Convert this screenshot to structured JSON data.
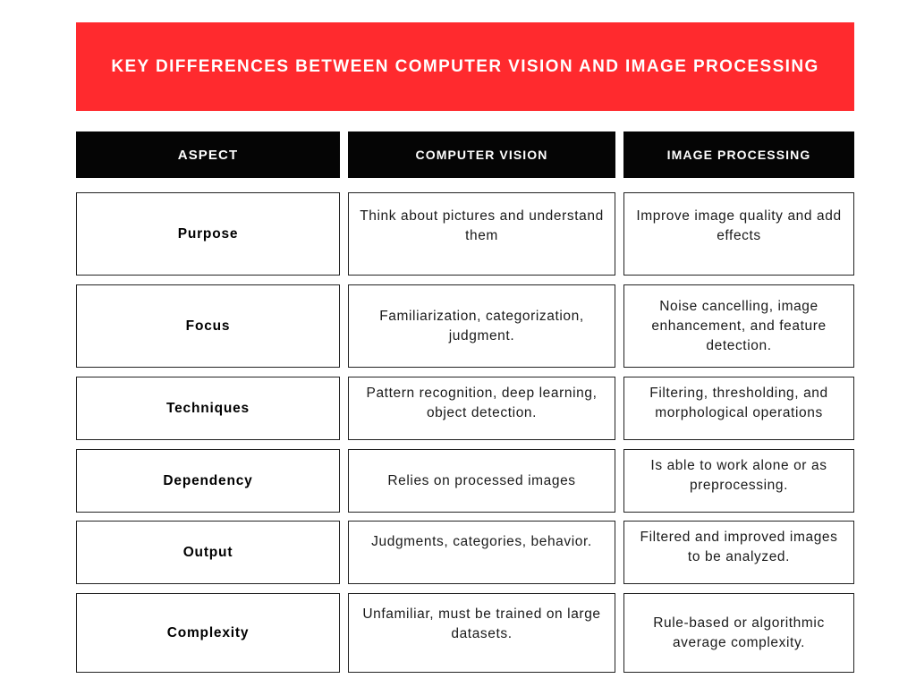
{
  "title": "KEY DIFFERENCES BETWEEN COMPUTER VISION AND IMAGE PROCESSING",
  "headers": [
    "ASPECT",
    "COMPUTER VISION",
    "IMAGE PROCESSING"
  ],
  "rows": [
    [
      "Purpose",
      "Think about pictures and understand them",
      "Improve image quality and add effects"
    ],
    [
      "Focus",
      "Familiarization, categorization, judgment.",
      "Noise cancelling, image enhancement, and feature detection."
    ],
    [
      "Techniques",
      "Pattern recognition, deep learning, object detection.",
      "Filtering, thresholding, and morphological operations"
    ],
    [
      "Dependency",
      "Relies on processed images",
      "Is able to work alone or as preprocessing."
    ],
    [
      "Output",
      "Judgments, categories, behavior.",
      "Filtered and improved images to be analyzed."
    ],
    [
      "Complexity",
      "Unfamiliar, must be trained on large datasets.",
      "Rule-based or algorithmic average complexity."
    ]
  ],
  "colors": {
    "banner": "#ff2a2e",
    "header": "#050505"
  }
}
